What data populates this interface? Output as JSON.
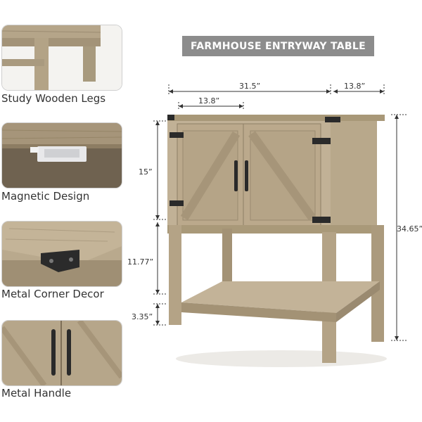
{
  "banner": {
    "title": "FARMHOUSE ENTRYWAY TABLE"
  },
  "features": [
    {
      "label": "Study Wooden Legs"
    },
    {
      "label": "Magnetic Design"
    },
    {
      "label": "Metal Corner Decor"
    },
    {
      "label": "Metal Handle"
    }
  ],
  "dimensions": {
    "width": "31.5”",
    "depth_top": "13.8”",
    "door_width": "13.8”",
    "height_total": "34.65”",
    "height_cabinet": "15”",
    "height_middle": "11.77”",
    "height_bottom": "3.35”"
  },
  "colors": {
    "wood": "#b7a68a",
    "wood_dark": "#9a8a70",
    "metal": "#2a2a2a",
    "banner": "#8c8c8c"
  }
}
